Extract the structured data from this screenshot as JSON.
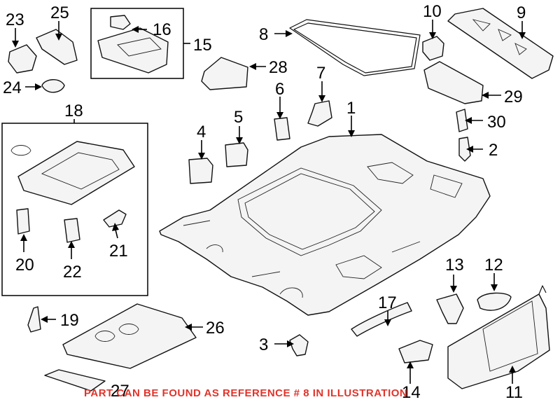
{
  "diagram": {
    "callouts": {
      "c1": "1",
      "c2": "2",
      "c3": "3",
      "c4": "4",
      "c5": "5",
      "c6": "6",
      "c7": "7",
      "c8": "8",
      "c9": "9",
      "c10": "10",
      "c11": "11",
      "c12": "12",
      "c13": "13",
      "c14": "14",
      "c15": "15",
      "c16": "16",
      "c17": "17",
      "c18": "18",
      "c19": "19",
      "c20": "20",
      "c21": "21",
      "c22": "22",
      "c23": "23",
      "c24": "24",
      "c25": "25",
      "c26": "26",
      "c27": "27",
      "c28": "28",
      "c29": "29",
      "c30": "30"
    },
    "note": "PART CAN BE FOUND AS REFERENCE # 8 IN ILLUSTRATION",
    "colors": {
      "note": "#e0342b",
      "line": "#000000",
      "fill": "#f4f4f4"
    }
  }
}
